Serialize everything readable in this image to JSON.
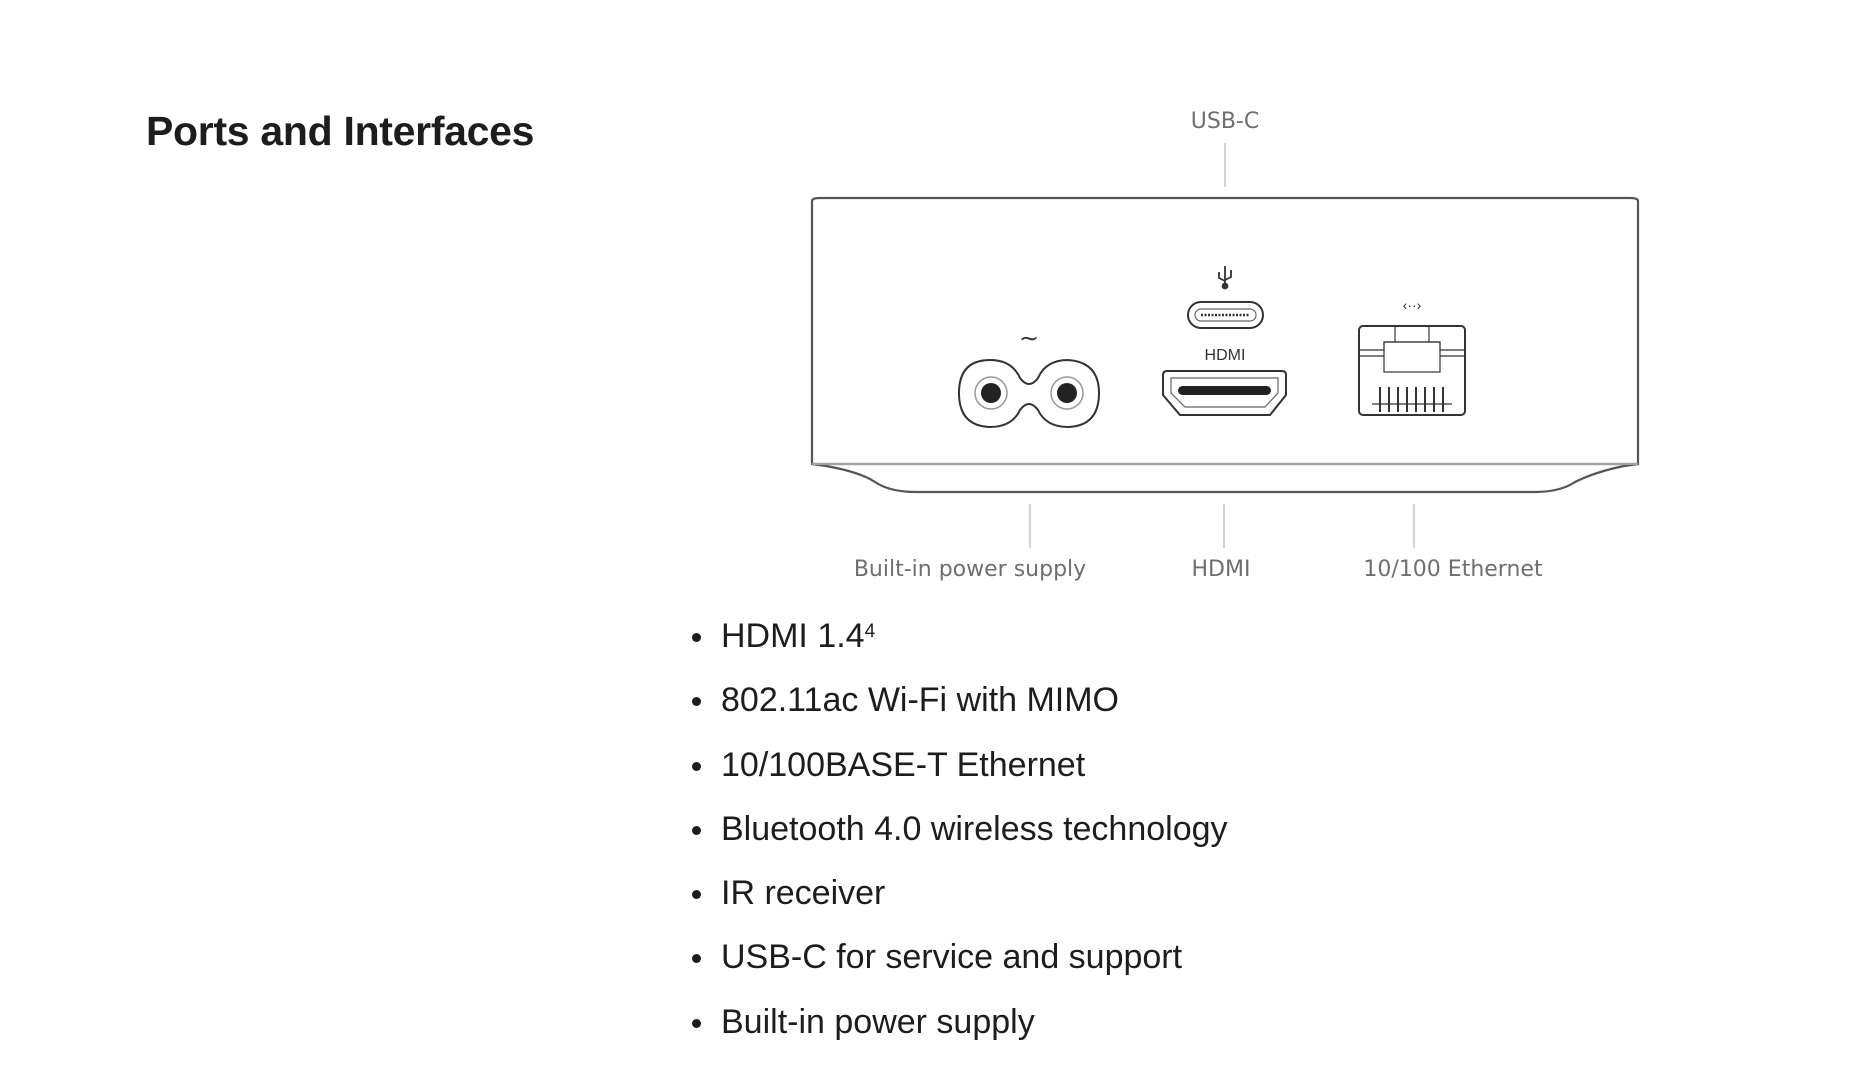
{
  "section": {
    "title": "Ports and Interfaces"
  },
  "diagram": {
    "callouts": {
      "top": "USB-C",
      "power": "Built-in power supply",
      "hdmi": "HDMI",
      "ethernet": "10/100 Ethernet"
    },
    "port_labels": {
      "hdmi": "HDMI"
    },
    "icons": [
      "ac-power-icon",
      "usb-icon",
      "ethernet-icon"
    ]
  },
  "specs": [
    {
      "text": "HDMI 1.4",
      "footnote": "4"
    },
    {
      "text": "802.11ac Wi-Fi with MIMO"
    },
    {
      "text": "10/100BASE-T Ethernet"
    },
    {
      "text": "Bluetooth 4.0 wireless technology"
    },
    {
      "text": "IR receiver"
    },
    {
      "text": "USB-C for service and support"
    },
    {
      "text": "Built-in power supply"
    }
  ]
}
